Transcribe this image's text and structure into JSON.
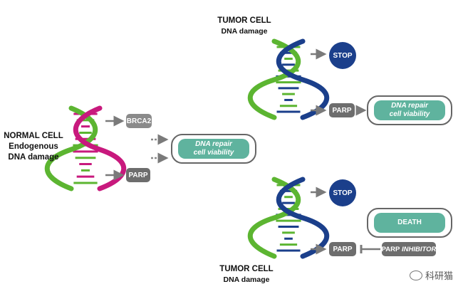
{
  "normal": {
    "title": "NORMAL CELL",
    "line2": "Endogenous",
    "line3": "DNA damage",
    "brca2": "BRCA2",
    "parp": "PARP",
    "outcome_line1": "DNA repair",
    "outcome_line2": "cell viability"
  },
  "tumor_top": {
    "title": "TUMOR CELL",
    "subtitle": "DNA damage",
    "stop": "STOP",
    "parp": "PARP",
    "outcome_line1": "DNA repair",
    "outcome_line2": "cell viability"
  },
  "tumor_bottom": {
    "title": "TUMOR CELL",
    "subtitle": "DNA damage",
    "stop": "STOP",
    "parp": "PARP",
    "inhibitor_prefix": "PARP",
    "inhibitor_word": "INHIBITOR",
    "outcome": "DEATH"
  },
  "watermark": "科研猫",
  "colors": {
    "magenta": "#c8197d",
    "green": "#5cb531",
    "navy": "#1b3f8b",
    "teal": "#5fb39e",
    "gray": "#6d6d6d"
  }
}
